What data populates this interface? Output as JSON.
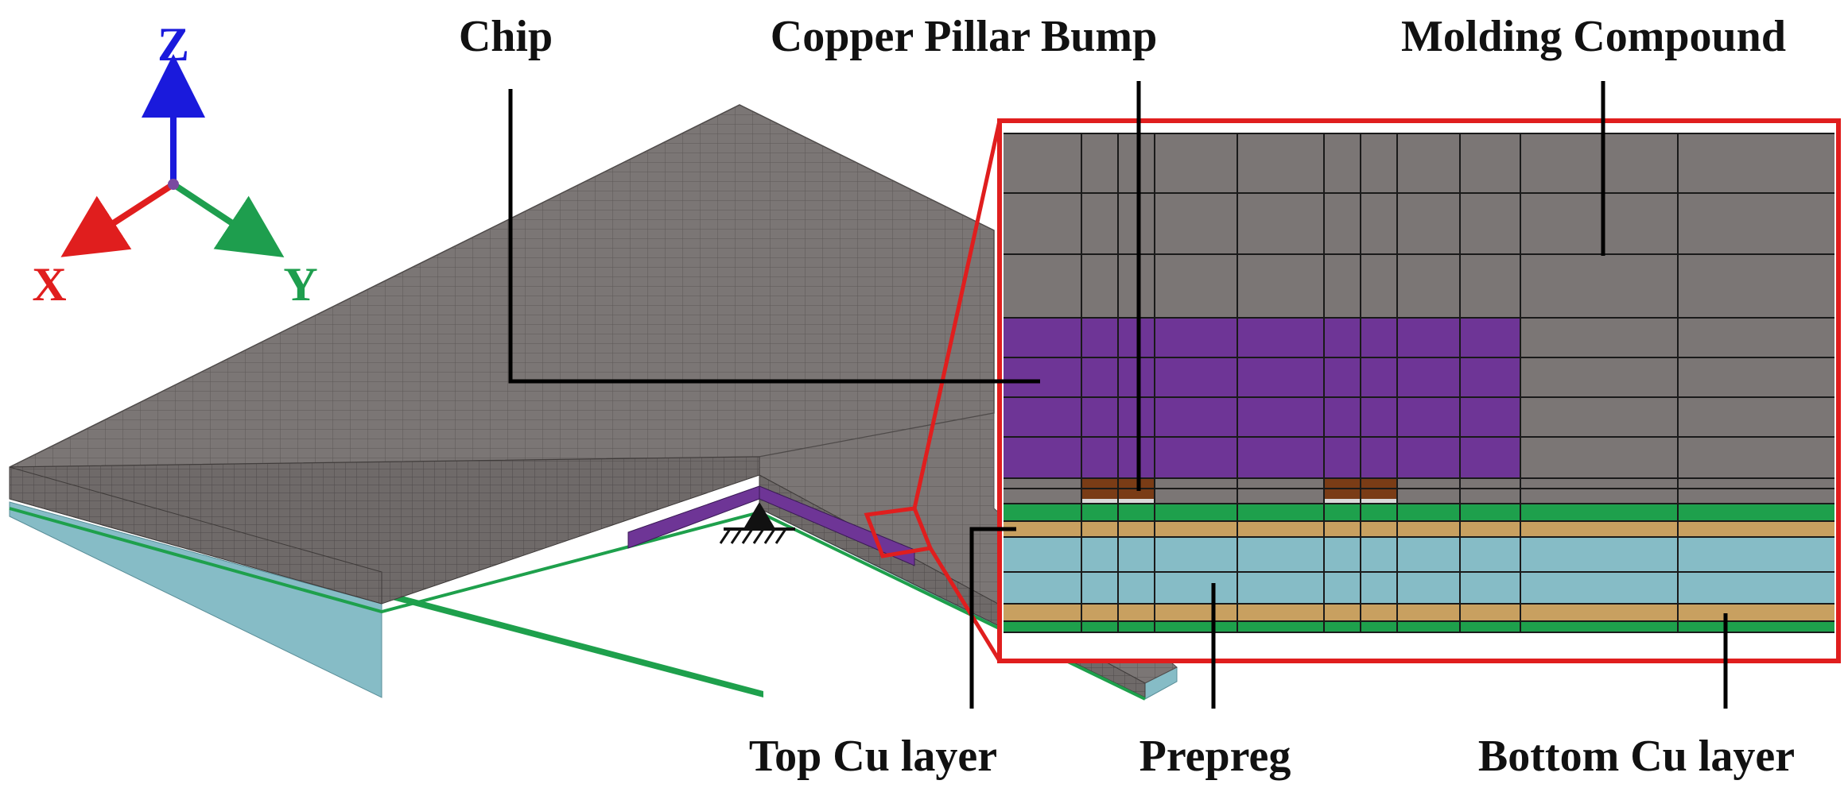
{
  "axes": {
    "z_label": "Z",
    "x_label": "X",
    "y_label": "Y",
    "z_color": "#1a1adc",
    "x_color": "#e01e1e",
    "y_color": "#1e9e4e"
  },
  "labels": {
    "chip": "Chip",
    "copper_pillar_bump": "Copper Pillar Bump",
    "molding_compound": "Molding Compound",
    "top_cu_layer": "Top Cu layer",
    "prepreg": "Prepreg",
    "bottom_cu_layer": "Bottom Cu layer"
  },
  "colors": {
    "molding": "#7b7675",
    "chip": "#6e3596",
    "copper": "#1ea04c",
    "prepreg": "#86bcc6",
    "tan": "#c8a060",
    "bump": "#7a3c16",
    "solder": "#d9d9d9",
    "zoom_frame": "#e01e1e"
  }
}
